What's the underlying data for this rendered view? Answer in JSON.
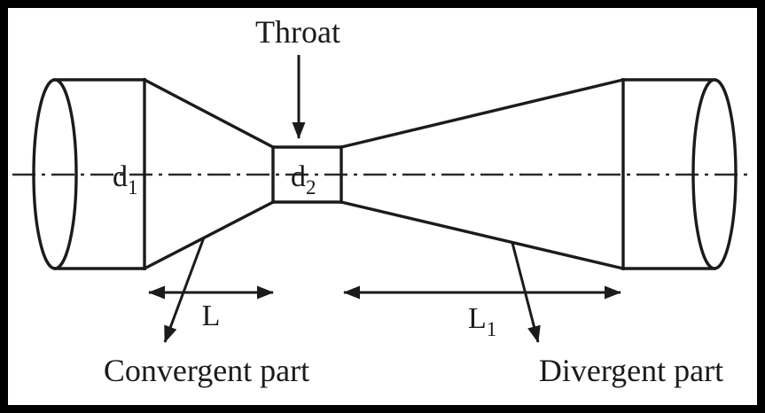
{
  "figure": {
    "throat_label": "Throat",
    "d1_base": "d",
    "d1_sub": "1",
    "d2_base": "d",
    "d2_sub": "2",
    "L_label": "L",
    "L1_base": "L",
    "L1_sub": "1",
    "convergent_label": "Convergent part",
    "divergent_label": "Divergent part"
  },
  "colors": {
    "line": "#1b1b1b",
    "background": "#ffffff",
    "border": "#000000"
  }
}
